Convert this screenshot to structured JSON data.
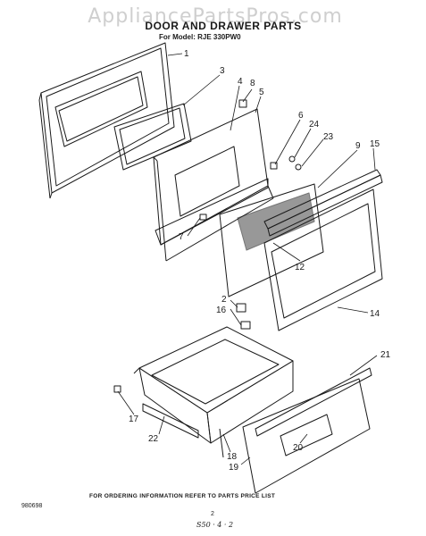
{
  "watermark": "AppliancePartsPros.com",
  "title": "DOOR AND DRAWER PARTS",
  "model": "For Model: RJE 330PW0",
  "footer_note": "FOR ORDERING INFORMATION REFER TO PARTS PRICE LIST",
  "doc_code": "980698",
  "page_number": "2",
  "stamp": "S50 · 4 · 2",
  "callouts": [
    {
      "id": "c1",
      "label": "1"
    },
    {
      "id": "c3",
      "label": "3"
    },
    {
      "id": "c4",
      "label": "4"
    },
    {
      "id": "c8",
      "label": "8"
    },
    {
      "id": "c5",
      "label": "5"
    },
    {
      "id": "c6",
      "label": "6"
    },
    {
      "id": "c24",
      "label": "24"
    },
    {
      "id": "c23",
      "label": "23"
    },
    {
      "id": "c9",
      "label": "9"
    },
    {
      "id": "c15",
      "label": "15"
    },
    {
      "id": "c7",
      "label": "7"
    },
    {
      "id": "c12",
      "label": "12"
    },
    {
      "id": "c2",
      "label": "2"
    },
    {
      "id": "c16",
      "label": "16"
    },
    {
      "id": "c14",
      "label": "14"
    },
    {
      "id": "c21",
      "label": "21"
    },
    {
      "id": "c17",
      "label": "17"
    },
    {
      "id": "c22",
      "label": "22"
    },
    {
      "id": "c20",
      "label": "20"
    },
    {
      "id": "c18",
      "label": "18"
    },
    {
      "id": "c19",
      "label": "19"
    }
  ]
}
